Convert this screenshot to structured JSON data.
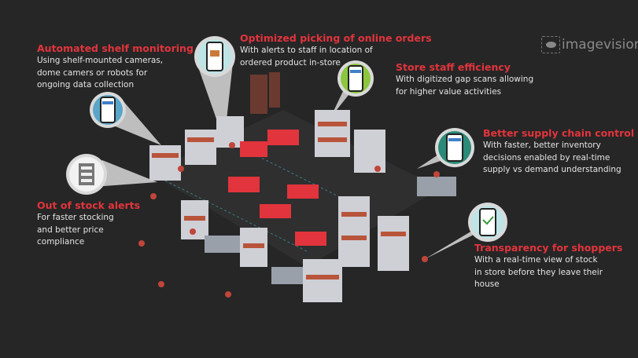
{
  "logo": {
    "text": "imagevision"
  },
  "features": [
    {
      "title": "Automated shelf monitoring",
      "lines": [
        "Using shelf-mounted cameras,",
        "dome camers or robots for",
        "ongoing data collection"
      ]
    },
    {
      "title": "Optimized picking of online orders",
      "lines": [
        "With alerts to staff in location of",
        "ordered product in-store"
      ]
    },
    {
      "title": "Store staff efficiency",
      "lines": [
        "With digitized gap scans allowing",
        "for higher value activities"
      ]
    },
    {
      "title": "Better supply chain control",
      "lines": [
        "With faster, better inventory",
        "decisions enabled by real-time",
        "supply vs demand understanding"
      ]
    },
    {
      "title": "Out of stock alerts",
      "lines": [
        "For faster stocking",
        "and better price",
        "compliance"
      ]
    },
    {
      "title": "Transparency for shoppers",
      "lines": [
        "With a real-time view of stock",
        "in store before they leave their",
        "house"
      ]
    }
  ],
  "colors": {
    "background": "#262626",
    "accent": "#e2343c",
    "text": "#e4e4e4"
  }
}
